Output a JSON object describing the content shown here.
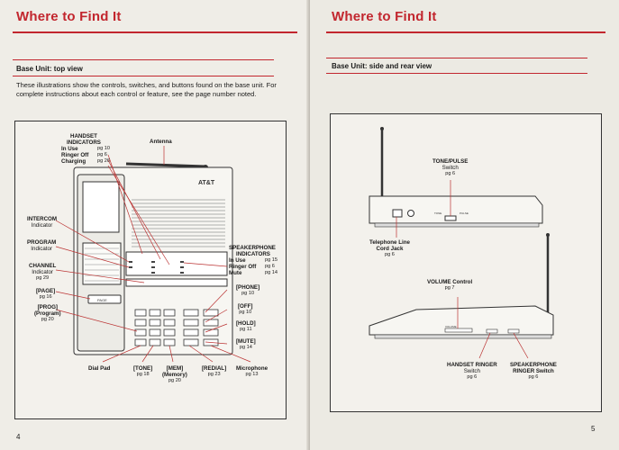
{
  "left_page": {
    "title": "Where to Find It",
    "section": "Base Unit: top view",
    "intro": "These illustrations show the controls, switches, and buttons found on the base unit. For complete instructions about each control or feature, see the page number noted.",
    "page_number": "4",
    "callouts": {
      "handset_indicators": {
        "title1": "HANDSET",
        "title2": "INDICATORS",
        "rows": [
          {
            "name": "In Use",
            "pg": "pg 10"
          },
          {
            "name": "Ringer Off",
            "pg": "pg 6"
          },
          {
            "name": "Charging",
            "pg": "pg 26"
          }
        ]
      },
      "antenna": "Antenna",
      "intercom": {
        "l1": "INTERCOM",
        "l2": "Indicator"
      },
      "program": {
        "l1": "PROGRAM",
        "l2": "Indicator"
      },
      "channel": {
        "l1": "CHANNEL",
        "l2": "Indicator",
        "pg": "pg 29"
      },
      "page": {
        "l1": "[PAGE]",
        "pg": "pg 16"
      },
      "prog": {
        "l1": "[PROG]",
        "l2": "(Program)",
        "pg": "pg 20"
      },
      "speakerphone_indicators": {
        "title1": "SPEAKERPHONE",
        "title2": "INDICATORS",
        "rows": [
          {
            "name": "In Use",
            "pg": "pg 15"
          },
          {
            "name": "Ringer Off",
            "pg": "pg 6"
          },
          {
            "name": "Mute",
            "pg": "pg 14"
          }
        ]
      },
      "phone": {
        "l1": "[PHONE]",
        "pg": "pg 10"
      },
      "off": {
        "l1": "[OFF]",
        "pg": "pg 10"
      },
      "hold": {
        "l1": "[HOLD]",
        "pg": "pg 11"
      },
      "mute": {
        "l1": "[MUTE]",
        "pg": "pg 14"
      },
      "dial_pad": {
        "l1": "Dial Pad"
      },
      "tone": {
        "l1": "[TONE]",
        "pg": "pg 18"
      },
      "mem": {
        "l1": "[MEM]",
        "l2": "(Memory)",
        "pg": "pg 20"
      },
      "redial": {
        "l1": "[REDIAL]",
        "pg": "pg 23"
      },
      "microphone": {
        "l1": "Microphone",
        "pg": "pg 13"
      }
    },
    "device": {
      "brand": "AT&T",
      "page_key": "PAGE"
    }
  },
  "right_page": {
    "title": "Where to Find It",
    "section": "Base Unit: side and rear view",
    "page_number": "5",
    "callouts": {
      "tone_pulse": {
        "l1": "TONE/PULSE",
        "l2": "Switch",
        "pg": "pg 6"
      },
      "telephone_line": {
        "l1": "Telephone Line",
        "l2": "Cord Jack",
        "pg": "pg 6"
      },
      "volume": {
        "l1": "VOLUME Control",
        "pg": "pg 7"
      },
      "handset_ringer": {
        "l1": "HANDSET RINGER",
        "l2": "Switch",
        "pg": "pg 6"
      },
      "speakerphone_ringer": {
        "l1": "SPEAKERPHONE",
        "l2": "RINGER Switch",
        "pg": "pg 6"
      }
    },
    "device": {
      "volume_marking": "VOLUME",
      "tone_marking": "TONE",
      "pulse_marking": "PULSE"
    }
  },
  "colors": {
    "accent": "#c2262e",
    "paper": "#efede7"
  }
}
